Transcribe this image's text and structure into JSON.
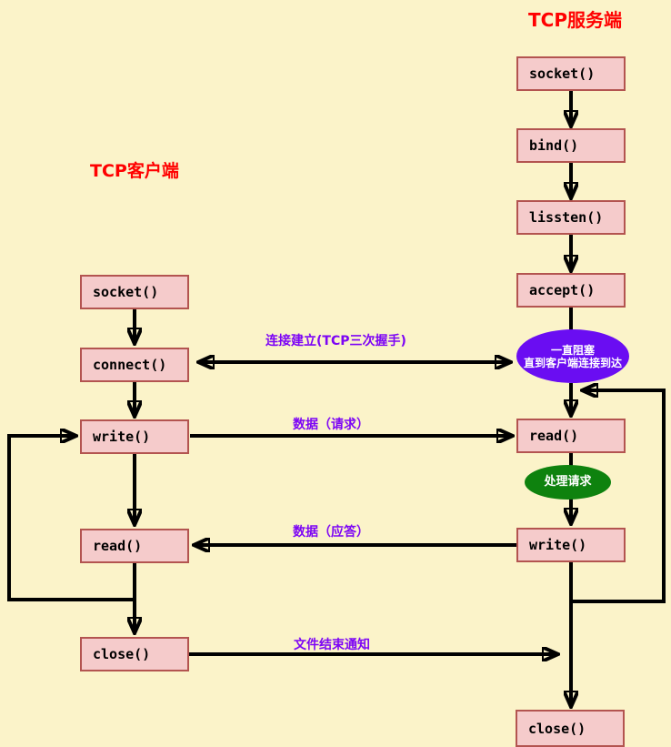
{
  "titles": {
    "server": "TCP服务端",
    "client": "TCP客户端"
  },
  "client_nodes": {
    "socket": "socket()",
    "connect": "connect()",
    "write": "write()",
    "read": "read()",
    "close": "close()"
  },
  "server_nodes": {
    "socket": "socket()",
    "bind": "bind()",
    "listen": "lissten()",
    "accept": "accept()",
    "read": "read()",
    "write": "write()",
    "close": "close()"
  },
  "ellipses": {
    "blocking_line1": "一直阻塞",
    "blocking_line2": "直到客户端连接到达",
    "process": "处理请求"
  },
  "edge_labels": {
    "handshake": "连接建立(TCP三次握手)",
    "data_request": "数据（请求）",
    "data_reply": "数据（应答）",
    "eof_notice": "文件结束通知"
  },
  "colors": {
    "background": "#fbf3c9",
    "node_fill": "#f5cbcb",
    "node_border": "#b35450",
    "blocking_ellipse": "#6a0df2",
    "process_ellipse": "#0e820e",
    "edge_label": "#7d05f5",
    "title": "#ff0000",
    "line": "#000000"
  }
}
